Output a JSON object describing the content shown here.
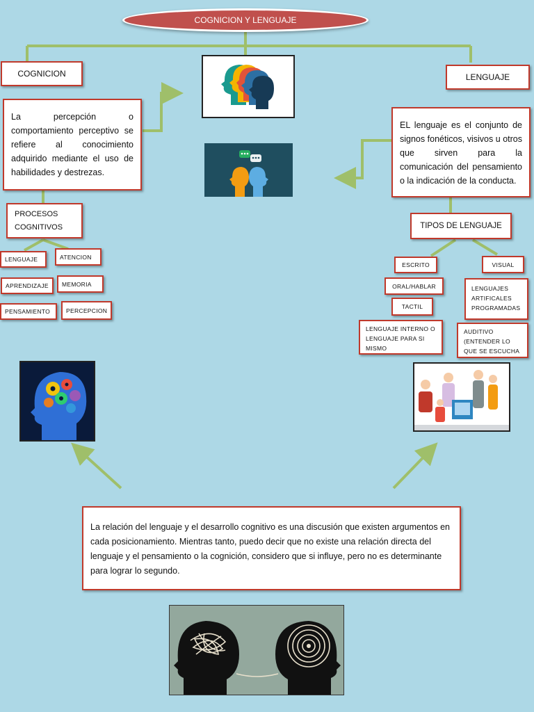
{
  "title": "COGNICION Y LENGUAJE",
  "left": {
    "heading": "COGNICION",
    "definition": "La percepción o comportamiento perceptivo se refiere al conocimiento adquirido mediante el uso de habilidades y destrezas.",
    "processes_heading_line1": "PROCESOS",
    "processes_heading_line2": "COGNITIVOS",
    "processes": [
      "LENGUAJE",
      "ATENCION",
      "APRENDIZAJE",
      "MEMORIA",
      "PENSAMIENTO",
      "PERCEPCION"
    ]
  },
  "right": {
    "heading": "LENGUAJE",
    "definition": "EL lenguaje es el conjunto de signos fonéticos, visivos u otros que sirven para la comunicación del pensamiento o la indicación de la conducta.",
    "types_heading": "TIPOS DE LENGUAJE",
    "types": {
      "escrito": "ESCRITO",
      "visual": "VISUAL",
      "oral": "ORAL/HABLAR",
      "artificiales": "LENGUAJES ARTIFICALES PROGRAMADAS",
      "tactil": "TACTIL",
      "interno": "LENGUAJE INTERNO O LENGUAJE PARA SI MISMO",
      "auditivo": "AUDITIVO (ENTENDER LO QUE SE ESCUCHA"
    }
  },
  "conclusion": "La relación del lenguaje y el desarrollo cognitivo es una discusión que existen argumentos en cada posicionamiento. Mientras tanto, puedo decir que no existe una relación directa del lenguaje y el pensamiento o la cognición, considero que si influye, pero no es determinante para lograr lo segundo.",
  "colors": {
    "background": "#add8e6",
    "connector": "#9fbf6a",
    "box_border": "#c0392b",
    "title_fill": "#c0504d"
  },
  "icons": [
    "head-profiles-icon",
    "speech-heads-icon",
    "gear-brain-icon",
    "people-communicating-icon",
    "thought-spirals-icon"
  ]
}
